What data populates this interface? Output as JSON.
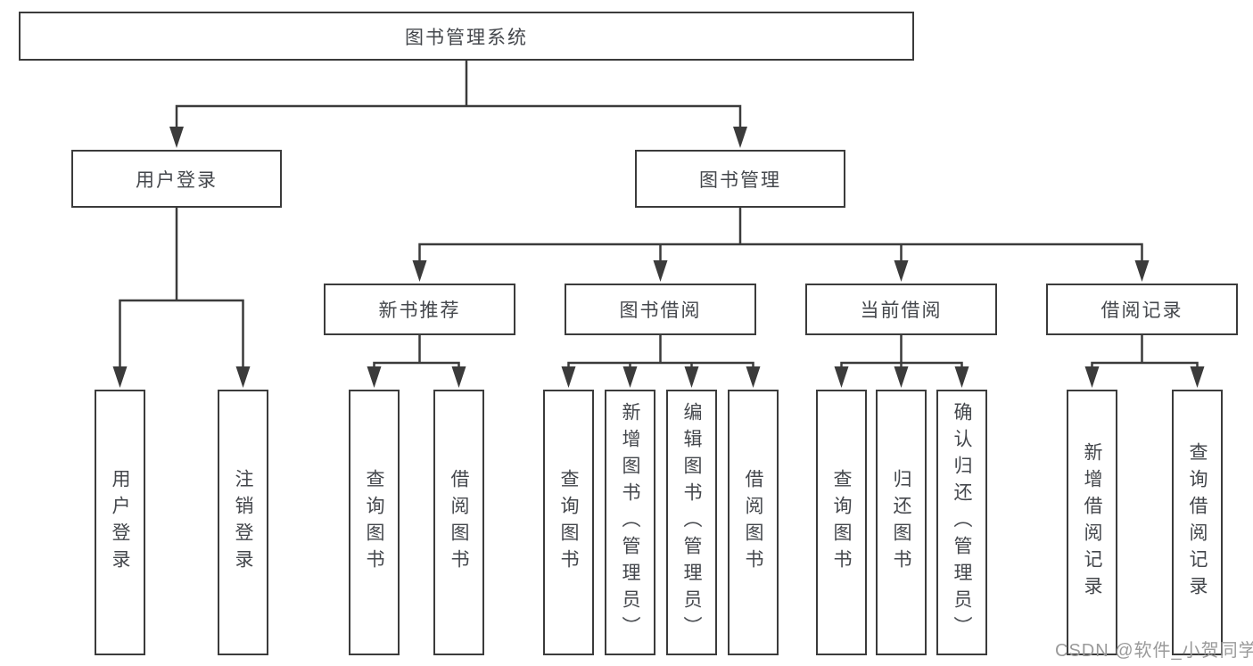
{
  "diagram": {
    "tree": {
      "label": "图书管理系统",
      "children": [
        {
          "label": "用户登录",
          "children": [
            {
              "label": "用户登录"
            },
            {
              "label": "注销登录"
            }
          ]
        },
        {
          "label": "图书管理",
          "children": [
            {
              "label": "新书推荐",
              "children": [
                {
                  "label": "查询图书"
                },
                {
                  "label": "借阅图书"
                }
              ]
            },
            {
              "label": "图书借阅",
              "children": [
                {
                  "label": "查询图书"
                },
                {
                  "label": "新增图书（管理员）"
                },
                {
                  "label": "编辑图书（管理员）"
                },
                {
                  "label": "借阅图书"
                }
              ]
            },
            {
              "label": "当前借阅",
              "children": [
                {
                  "label": "查询图书"
                },
                {
                  "label": "归还图书"
                },
                {
                  "label": "确认归还（管理员）"
                }
              ]
            },
            {
              "label": "借阅记录",
              "children": [
                {
                  "label": "新增借阅记录"
                },
                {
                  "label": "查询借阅记录"
                }
              ]
            }
          ]
        }
      ]
    }
  },
  "watermark": {
    "text": "CSDN @软件_小贺同学"
  },
  "colors": {
    "line": "#3b3b3b",
    "border": "#3b3b3b",
    "text": "#44474c",
    "watermark": "#9a9a9a",
    "background": "#ffffff"
  }
}
